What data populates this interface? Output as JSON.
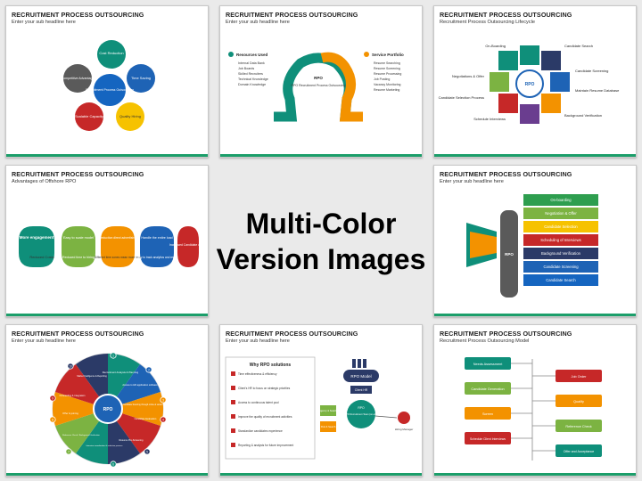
{
  "center": {
    "line1": "Multi-Color",
    "line2": "Version Images"
  },
  "slides": [
    {
      "title": "RECRUITMENT PROCESS OUTSOURCING",
      "subtitle": "Enter your sub headline here",
      "center_label": "Recruitment Process Outsourcing",
      "petals": [
        "Cost Reduction",
        "Time Saving",
        "Quality Hiring",
        "Scalable Capacity",
        "Competitive Advantage"
      ]
    },
    {
      "title": "RECRUITMENT PROCESS OUTSOURCING",
      "subtitle": "Enter your sub headline here",
      "left_heading": "Resources Used",
      "left_items": [
        "Internal Data Bank",
        "Job Boards",
        "Skilled Recruiters",
        "Technical Knowledge",
        "Domain Knowledge"
      ],
      "center_label": "RPO Recruitment Process Outsourcing",
      "right_heading": "Service Portfolio",
      "right_items": [
        "Resume Searching",
        "Resume Screening",
        "Resume Processing",
        "Job Posting",
        "Vacancy Monitoring",
        "Resume Marketing"
      ]
    },
    {
      "title": "RECRUITMENT PROCESS OUTSOURCING",
      "subtitle": "Recruitment Process Outsourcing Lifecycle",
      "center_label": "RPO",
      "stages": [
        "On-Boarding",
        "Candidate Search",
        "Candidate Screening",
        "Maintain Resume Database",
        "Background Verification",
        "Schedule Interviews",
        "Candidate Selection Process",
        "Negotiations & Offer"
      ]
    },
    {
      "title": "RECRUITMENT PROCESS OUTSOURCING",
      "subtitle": "Advantages of Offshore RPO",
      "items": [
        "More engagement",
        "Reduced Costs",
        "Easy to scale model",
        "Reduced time to hiring",
        "Reduction direct advertising",
        "Different time zones mean more time",
        "Handle the entire load",
        "Easy to track analytics and report",
        "Increased Candidate quality"
      ]
    },
    {
      "title": "RECRUITMENT PROCESS OUTSOURCING",
      "subtitle": "Enter your sub headline here",
      "center_label": "RPO",
      "bars": [
        "On-boarding",
        "Negotiation & Offer",
        "Candidate Selection",
        "Scheduling of Interviews",
        "Background Verification",
        "Candidate Screening",
        "Candidate Search"
      ]
    },
    {
      "title": "RECRUITMENT PROCESS OUTSOURCING",
      "subtitle": "Enter your sub headline here",
      "center_label": "RPO",
      "segments": [
        "Recruitment Analysis & Planning",
        "Access to HR application software",
        "Candidate Sourcing through online & social media",
        "Candidate Evaluation",
        "Resume Pre-Screening",
        "Interview coordination & selection process",
        "Reference Check / Background Verification",
        "Offer & joining",
        "Onboarding & Integration",
        "Market Intelligence & Reporting"
      ],
      "numbers": [
        "1",
        "2",
        "3",
        "4",
        "5",
        "6",
        "7",
        "8",
        "9",
        "10"
      ]
    },
    {
      "title": "RECRUITMENT PROCESS OUTSOURCING",
      "subtitle": "Enter your sub headline here",
      "why_heading": "Why RPO solutions",
      "why_items": [
        "Time effectiveness & efficiency",
        "Client's HR to focus on strategic priorities",
        "Access to continuous talent pool",
        "Improve the quality of recruitment activities",
        "Standardize candidates experience",
        "Reporting & analysis for future improvement"
      ],
      "model_title": "RPO Model",
      "client_hr": "Client HR",
      "team_label": "RPO Recruitment Team (on-site)",
      "agency": "Agency & Search",
      "post": "Post & Search",
      "hiring": "Hiring Manager"
    },
    {
      "title": "RECRUITMENT PROCESS OUTSOURCING",
      "subtitle": "Recruitment Process Outsourcing Model",
      "left_boxes": [
        "Needs Assessment",
        "Candidate Generation",
        "Screen",
        "Schedule Client Interviews"
      ],
      "right_boxes": [
        "Job Order",
        "Qualify",
        "Reference Check",
        "Offer and Acceptance"
      ]
    }
  ],
  "colors": {
    "teal": "#0f8f7a",
    "green": "#7cb342",
    "orange": "#f39200",
    "red": "#c62828",
    "blue": "#1e63b5",
    "navy": "#2b3a67",
    "purple": "#6a3d8f",
    "yellow": "#f6c200",
    "gray": "#5a5a5a"
  }
}
